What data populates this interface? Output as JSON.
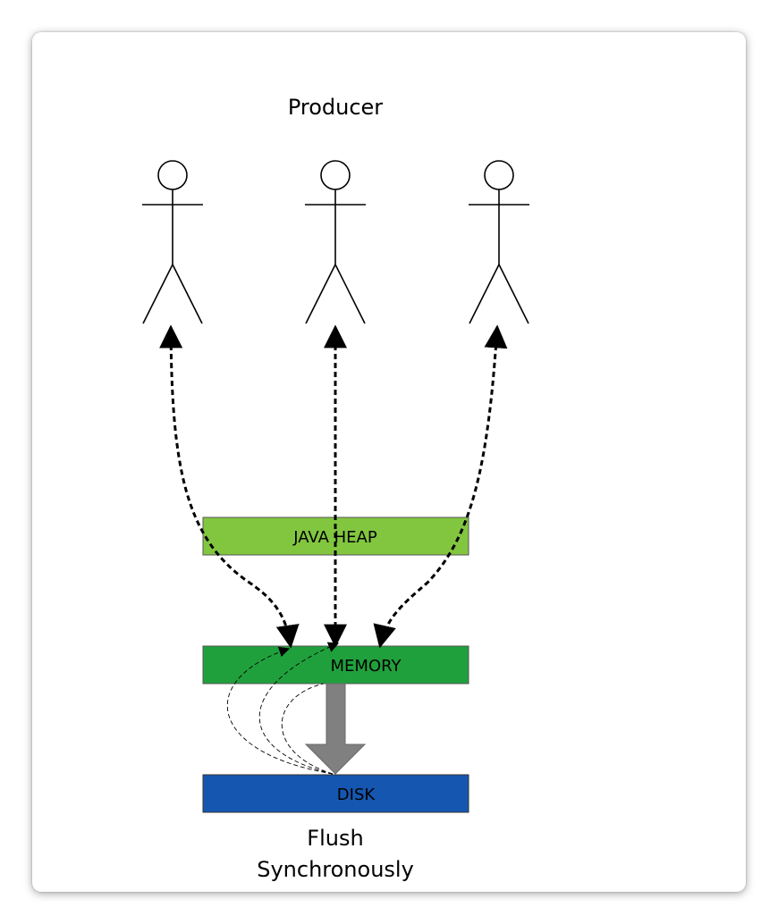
{
  "producer_label": "Producer",
  "boxes": {
    "java_heap": {
      "label": "JAVA HEAP",
      "color": "#82c640"
    },
    "memory": {
      "label": "MEMORY",
      "color": "#20a03c"
    },
    "disk": {
      "label": "DISK",
      "color": "#1557b0"
    }
  },
  "flush_label": [
    "Flush",
    "Synchronously"
  ],
  "colors": {
    "flush_arrow": "#808080",
    "stroke": "#000000"
  }
}
